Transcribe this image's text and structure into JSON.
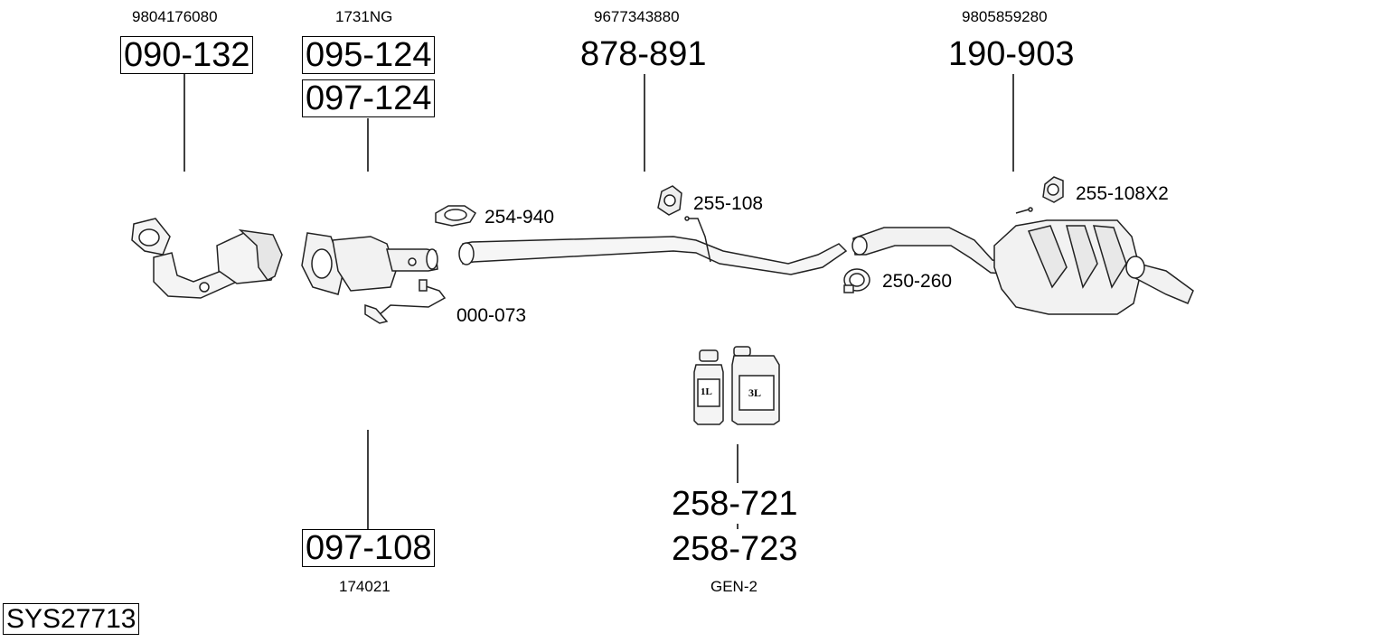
{
  "system_code": "SYS27713",
  "components": [
    {
      "oe_number": "9804176080",
      "part_numbers": [
        "090-132"
      ]
    },
    {
      "oe_number": "1731NG",
      "part_numbers": [
        "095-124",
        "097-124"
      ]
    },
    {
      "oe_number": "9677343880",
      "part_numbers": [
        "878-891"
      ]
    },
    {
      "oe_number": "9805859280",
      "part_numbers": [
        "190-903"
      ]
    },
    {
      "oe_number": "174021",
      "part_numbers": [
        "097-108"
      ]
    },
    {
      "oe_number": "GEN-2",
      "part_numbers": [
        "258-721",
        "258-723"
      ]
    }
  ],
  "accessories": [
    "254-940",
    "255-108",
    "255-108X2",
    "250-260",
    "000-073"
  ],
  "canisters": [
    "1L",
    "3L"
  ]
}
